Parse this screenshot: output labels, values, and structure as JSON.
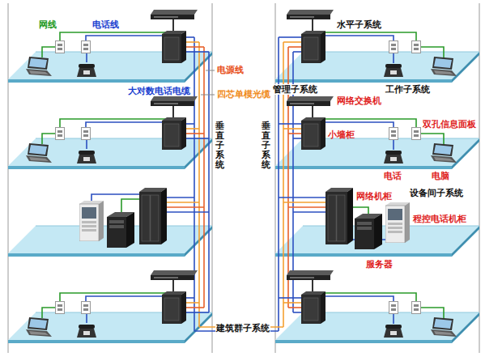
{
  "diagram": {
    "labels": [
      "网线",
      "电话线",
      "水平子系统",
      "管理子系统",
      "工作子系统",
      "电源线",
      "大对数电话电缆",
      "四芯单模光缆",
      "网络交换机",
      "双孔信息面板",
      "小墙柜",
      "垂直子系统",
      "垂直子系统",
      "电话",
      "电脑",
      "设备间子系统",
      "网络机柜",
      "程控电话机柜",
      "服务器",
      "建筑群子系统"
    ]
  }
}
